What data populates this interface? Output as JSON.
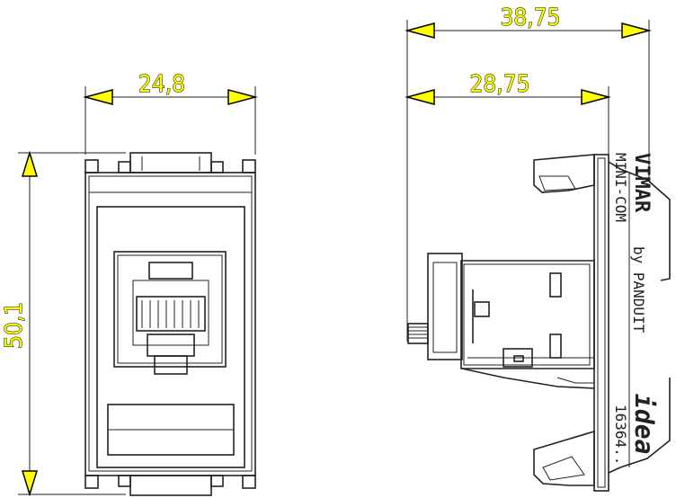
{
  "dimensions": {
    "overall_depth": "38,75",
    "body_depth": "28,75",
    "width": "24,8",
    "height": "50,1"
  },
  "markings": {
    "brand": "VIMAR",
    "series": "MINI-COM",
    "maker": "by PANDUIT",
    "line": "idea",
    "code": "16364.."
  },
  "colors": {
    "dimension_arrow": "#ffff00",
    "outline": "#222222"
  }
}
